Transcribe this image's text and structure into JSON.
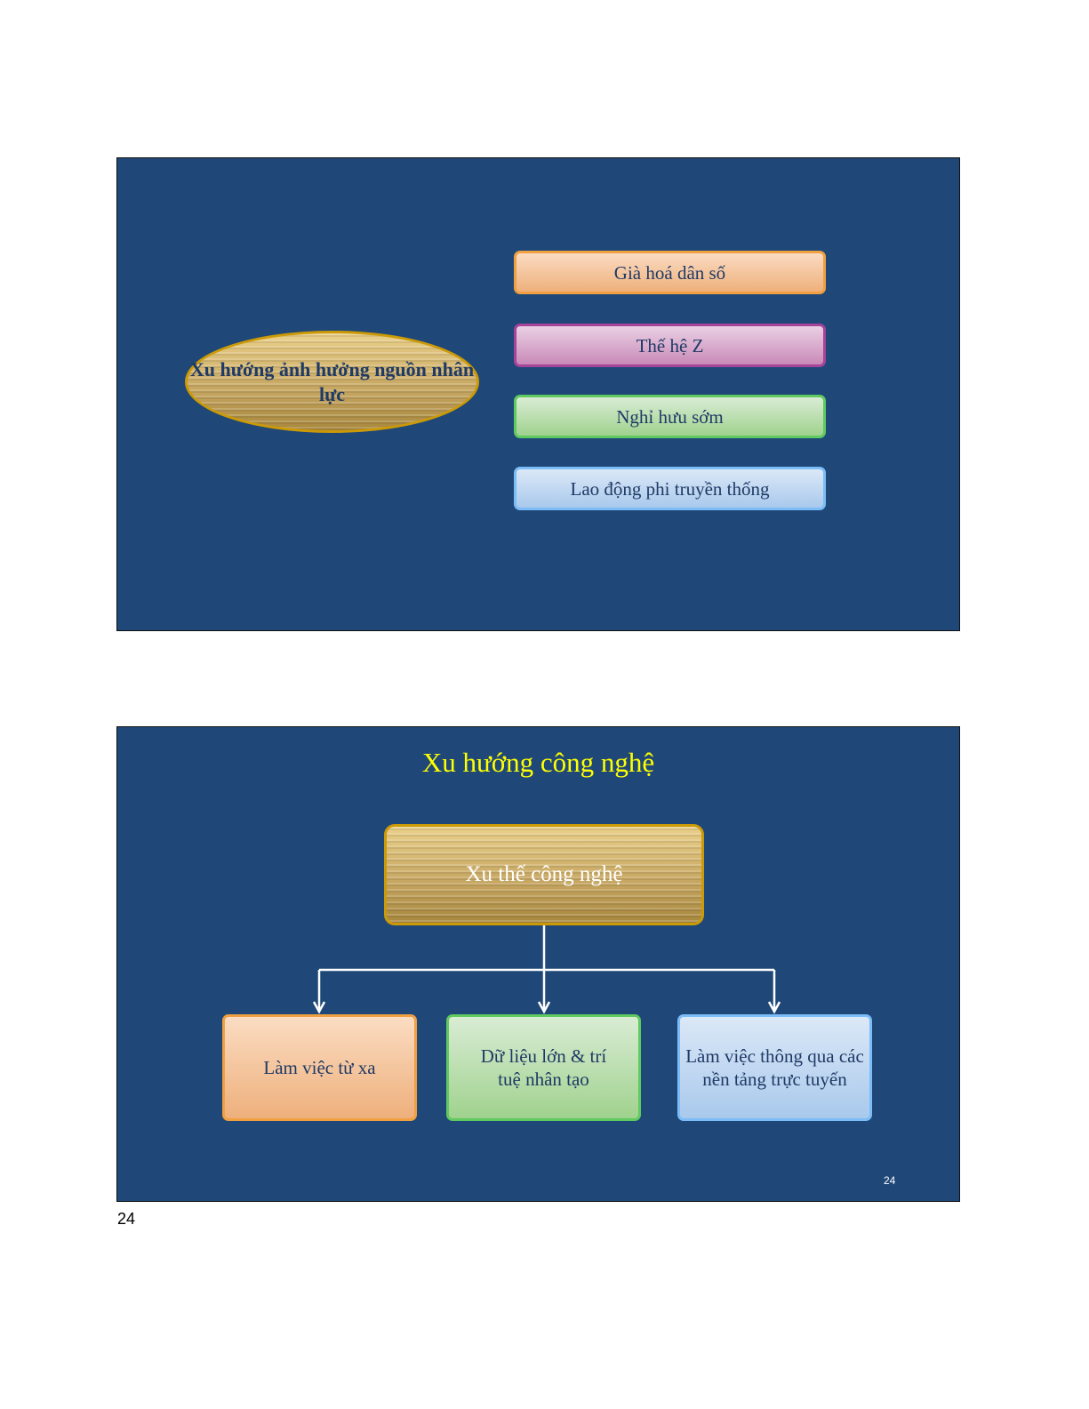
{
  "slide1": {
    "center": "Xu hướng ảnh hưởng nguồn nhân lực",
    "items": [
      "Già hoá dân số",
      "Thế hệ Z",
      "Nghỉ hưu sớm",
      "Lao động phi truyền thống"
    ]
  },
  "slide2": {
    "title": "Xu hướng công nghệ",
    "root": "Xu thế công nghệ",
    "children": [
      "Làm việc từ xa",
      "Dữ liệu lớn & trí tuệ nhân tạo",
      "Làm việc thông qua các nền tảng trực tuyến"
    ],
    "slide_number": "24"
  },
  "page_number": "24",
  "colors": {
    "slide_bg": "#1f4879",
    "title": "#ffff00",
    "gold": "#cc9a06"
  }
}
